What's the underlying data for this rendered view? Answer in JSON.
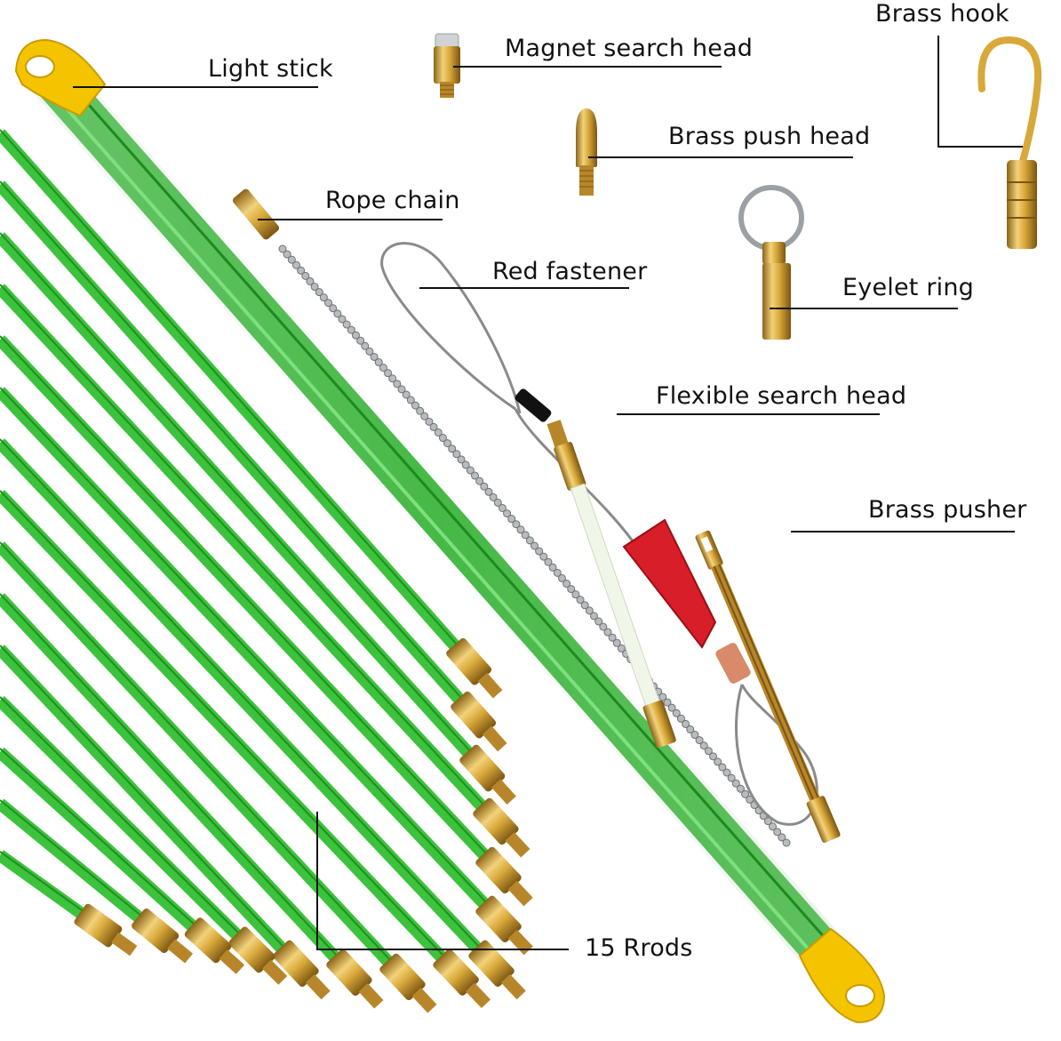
{
  "colors": {
    "rod_green": "#3cc23c",
    "rod_green_dark": "#1f8f1f",
    "brass": "#d8a83a",
    "brass_dark": "#8a6418",
    "cap_yellow": "#f5c400",
    "fastener_red": "#d81e28",
    "label_text": "#111111"
  },
  "labels": {
    "light_stick": "Light stick",
    "magnet_search_head": "Magnet search head",
    "brass_hook": "Brass hook",
    "brass_push_head": "Brass push head",
    "rope_chain": "Rope chain",
    "red_fastener": "Red fastener",
    "eyelet_ring": "Eyelet ring",
    "flexible_search_head": "Flexible search head",
    "brass_pusher": "Brass pusher",
    "rods": "15 Rrods"
  },
  "rod_count": 15
}
